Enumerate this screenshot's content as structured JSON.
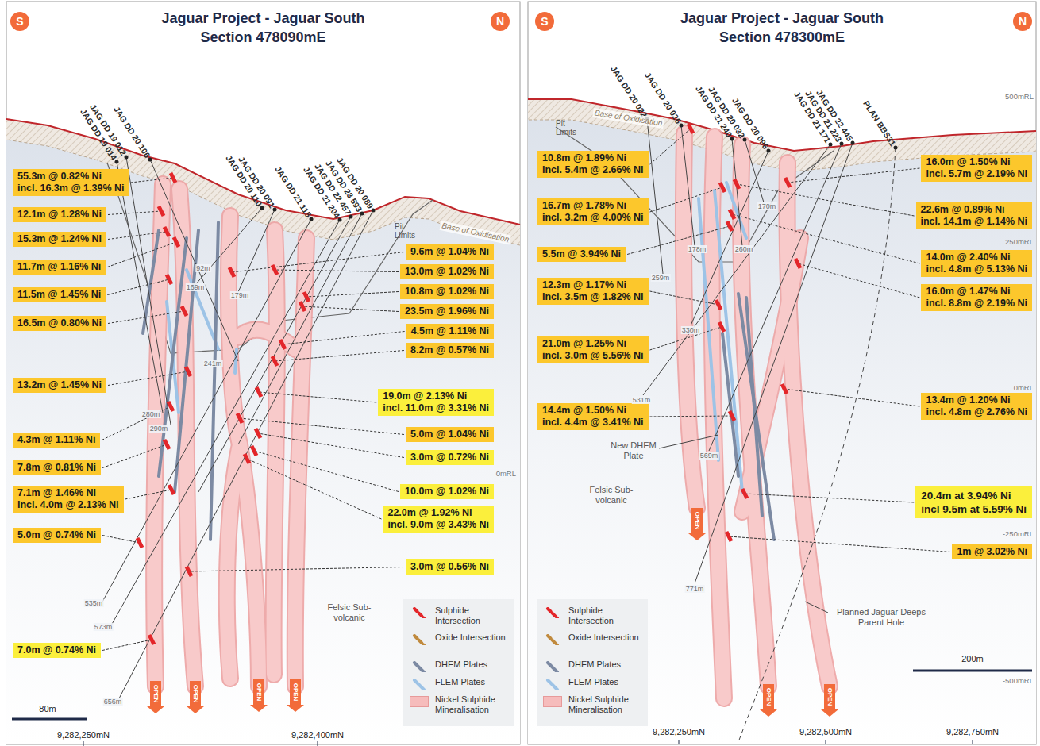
{
  "diagram": {
    "nodes": [
      {
        "text": [
          "Jaguar Project - Jaguar South",
          "Section 478090mE"
        ]
      },
      {
        "text": [
          "S"
        ],
        "in": 0
      },
      {
        "text": [
          "N"
        ],
        "in": 0
      },
      {
        "text": [
          "55.3m @ 0.82% Ni",
          "incl. 16.3m @ 1.39% Ni"
        ],
        "in": 0
      },
      {
        "text": [
          "12.1m @ 1.28% Ni"
        ],
        "in": 0
      },
      {
        "text": [
          "15.3m @ 1.24% Ni"
        ],
        "in": 0
      },
      {
        "text": [
          "11.7m @ 1.16% Ni"
        ],
        "in": 0
      },
      {
        "text": [
          "11.5m @ 1.45% Ni"
        ],
        "in": 0
      },
      {
        "text": [
          "16.5m @ 0.80% Ni"
        ],
        "in": 0
      },
      {
        "text": [
          "13.2m @ 1.45% Ni"
        ],
        "in": 0
      },
      {
        "text": [
          "4.3m @ 1.11% Ni"
        ],
        "in": 0
      },
      {
        "text": [
          "7.8m @ 0.81% Ni"
        ],
        "in": 0
      },
      {
        "text": [
          "7.1m @ 1.46% Ni",
          "incl. 4.0m @ 2.13% Ni"
        ],
        "in": 0
      },
      {
        "text": [
          "5.0m @ 0.74% Ni"
        ],
        "in": 0
      },
      {
        "text": [
          "7.0m @ 0.74% Ni"
        ],
        "in": 0
      },
      {
        "text": [
          "9.6m @ 1.04% Ni"
        ],
        "in": 0
      },
      {
        "text": [
          "13.0m @ 1.02% Ni"
        ],
        "in": 0
      },
      {
        "text": [
          "10.8m @ 1.02% Ni"
        ],
        "in": 0
      },
      {
        "text": [
          "23.5m @ 1.96% Ni"
        ],
        "in": 0
      },
      {
        "text": [
          "4.5m @ 1.11% Ni"
        ],
        "in": 0
      },
      {
        "text": [
          "8.2m @ 0.57% Ni"
        ],
        "in": 0
      },
      {
        "text": [
          "19.0m @ 2.13% Ni",
          "incl. 11.0m @ 3.31% Ni"
        ],
        "in": 0
      },
      {
        "text": [
          "5.0m @ 1.04% Ni"
        ],
        "in": 0
      },
      {
        "text": [
          "3.0m @ 0.72% Ni"
        ],
        "in": 0
      },
      {
        "text": [
          "10.0m @ 1.02% Ni"
        ],
        "in": 0
      },
      {
        "text": [
          "22.0m @ 1.92% Ni",
          "incl. 9.0m @ 3.43% Ni"
        ],
        "in": 0
      },
      {
        "text": [
          "3.0m @ 0.56% Ni"
        ],
        "in": 0
      },
      {
        "text": [
          "Jaguar Project - Jaguar South",
          "Section 478300mE"
        ]
      },
      {
        "text": [
          "S"
        ],
        "in": 27
      },
      {
        "text": [
          "N"
        ],
        "in": 27
      },
      {
        "text": [
          "10.8m @ 1.89% Ni",
          "incl. 5.4m @ 2.66% Ni"
        ],
        "in": 27
      },
      {
        "text": [
          "16.7m @ 1.78% Ni",
          "incl. 3.2m @ 4.00% Ni"
        ],
        "in": 27
      },
      {
        "text": [
          "5.5m @ 3.94% Ni"
        ],
        "in": 27
      },
      {
        "text": [
          "12.3m @ 1.17% Ni",
          "incl. 3.5m @ 1.82% Ni"
        ],
        "in": 27
      },
      {
        "text": [
          "21.0m @ 1.25% Ni",
          "incl. 3.0m @ 5.56% Ni"
        ],
        "in": 27
      },
      {
        "text": [
          "14.4m @ 1.50% Ni",
          "incl. 4.4m @ 3.41% Ni"
        ],
        "in": 27
      },
      {
        "text": [
          "16.0m @ 1.50% Ni",
          "incl. 5.7m @ 2.19% Ni"
        ],
        "in": 27
      },
      {
        "text": [
          "22.6m @ 0.89% Ni",
          "incl. 14.1m @ 1.14% Ni"
        ],
        "in": 27
      },
      {
        "text": [
          "14.0m @ 2.40% Ni",
          "incl. 4.8m @ 5.13% Ni"
        ],
        "in": 27
      },
      {
        "text": [
          "16.0m @ 1.47% Ni",
          "incl. 8.8m @ 2.19% Ni"
        ],
        "in": 27
      },
      {
        "text": [
          "13.4m @ 1.20% Ni",
          "incl. 4.8m @ 2.76% Ni"
        ],
        "in": 27
      },
      {
        "text": [
          "20.4m at 3.94% Ni",
          "incl 9.5m at 5.59% Ni"
        ],
        "in": 27
      },
      {
        "text": [
          "1m @ 3.02% Ni"
        ],
        "in": 27
      }
    ],
    "labels": [
      "JAG DD 19 014",
      "JAG DD 19 012",
      "JAG DD 20 106",
      "JAG DD 20 110",
      "JAG DD 20 091",
      "JAG DD 21 115",
      "JAG DD 21 204",
      "JAG DD 22 457",
      "JAG DD 23 593",
      "JAG DD 20 089",
      "Pit Limits",
      "Base of Oxidisation",
      "92m",
      "169m",
      "179m",
      "241m",
      "280m",
      "290m",
      "535m",
      "573m",
      "656m",
      "0mRL",
      "Felsic Sub-volcanic",
      "OPEN",
      "OPEN",
      "OPEN",
      "OPEN",
      "80m",
      "9,282,250mN",
      "9,282,400mN",
      "JAG DD 20 022",
      "JAG DD 20 026",
      "JAG DD 21 240",
      "JAG DD 20 032",
      "JAG DD 20 096",
      "JAG DD 21 171",
      "JAG DD 21 223",
      "JAG DD 22 445",
      "PLAN BBS31",
      "Pit Limits",
      "Base of Oxidisation",
      "170m",
      "178m",
      "259m",
      "260m",
      "330m",
      "531m",
      "569m",
      "771m",
      "New DHEM Plate",
      "Felsic Sub-volcanic",
      "OPEN",
      "OPEN",
      "OPEN",
      "Planned Jaguar Deeps Parent Hole",
      "500mRL",
      "250mRL",
      "0mRL",
      "-250mRL",
      "-500mRL",
      "200m",
      "9,282,250mN",
      "9,282,500mN",
      "9,282,750mN"
    ],
    "legend": [
      {
        "text": "Sulphide Intersection"
      },
      {
        "text": "Oxide Intersection"
      },
      {
        "text": "DHEM Plates"
      },
      {
        "text": "FLEM Plates"
      },
      {
        "text": "Nickel Sulphide Mineralisation",
        "color": "#f6bcbc"
      },
      {
        "text": "Sulphide Intersection"
      },
      {
        "text": "Oxide Intersection"
      },
      {
        "text": "DHEM Plates"
      },
      {
        "text": "FLEM Plates"
      },
      {
        "text": "Nickel Sulphide Mineralisation",
        "color": "#f6bcbc"
      }
    ]
  }
}
